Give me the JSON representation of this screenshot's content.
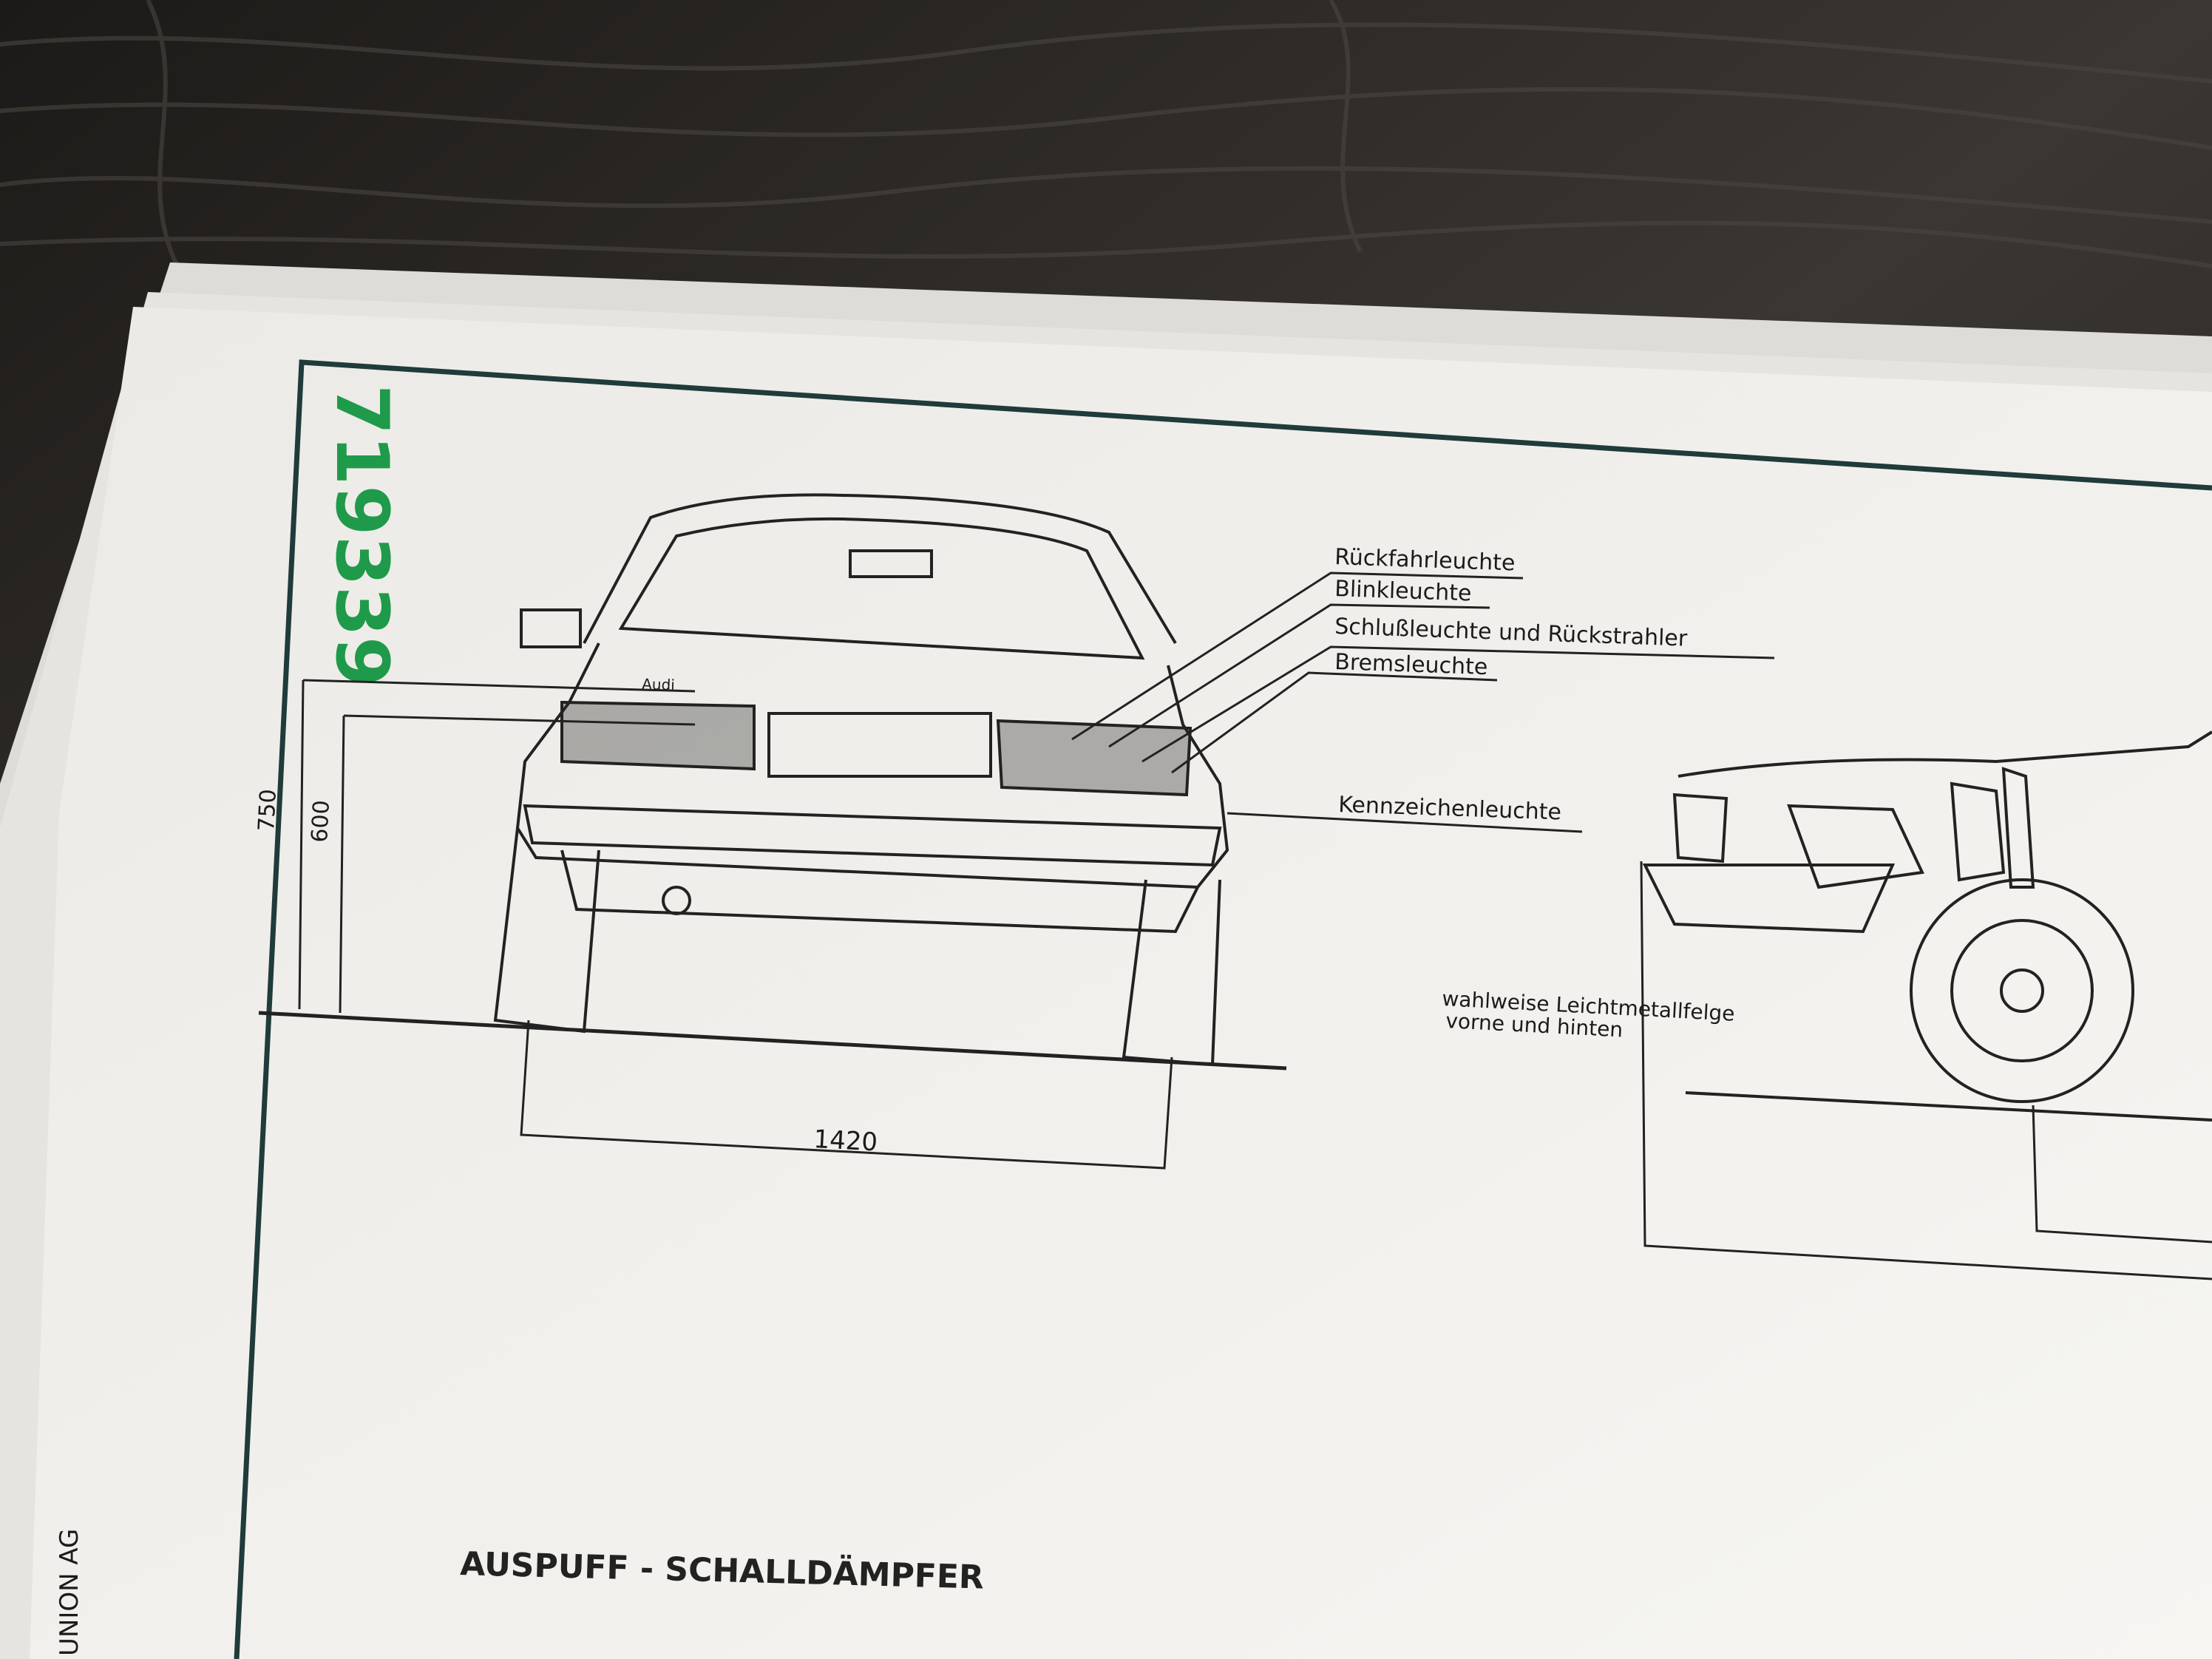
{
  "stamp_number": "719339",
  "labels": {
    "rueckfahr": "Rückfahrleuchte",
    "blink": "Blinkleuchte",
    "schluss": "Schlußleuchte und Rückstrahler",
    "brems": "Bremsleuchte",
    "kennzeichen": "Kennzeichenleuchte"
  },
  "dimensions": {
    "track_width": "1420",
    "height_outer": "750",
    "height_inner": "600"
  },
  "option_note": {
    "line1": "wahlweise Leichtmetallfelge",
    "line2": "vorne und hinten"
  },
  "badge_text": "Audi",
  "side_text": "UNION AG",
  "footer_title": "AUSPUFF - SCHALLDÄMPFER",
  "colors": {
    "wood": "#2a2724",
    "paper": "#f2f1ee",
    "ink": "#1b1b1b",
    "stamp_green": "#1f9a4a",
    "border_teal": "#1f3b3a"
  }
}
